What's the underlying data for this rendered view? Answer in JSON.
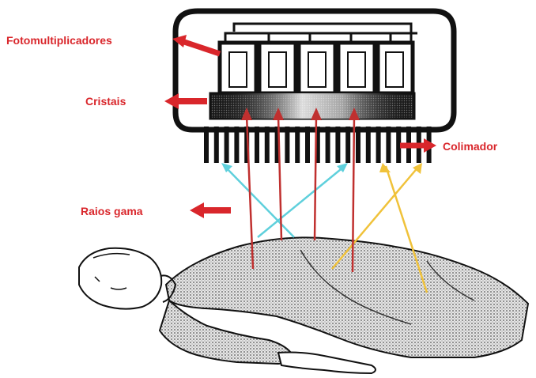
{
  "labels": {
    "photomultipliers": "Fotomultiplicadores",
    "crystals": "Cristais",
    "collimator": "Colimador",
    "gamma_rays": "Raios gama"
  },
  "colors": {
    "label_red": "#d9262b",
    "arrow_red": "#d9262b",
    "ray_red": "#c0302f",
    "ray_cyan": "#5fd0dc",
    "ray_yellow": "#f0c23a",
    "outline": "#111111",
    "body_fill": "#c9c9c9"
  }
}
